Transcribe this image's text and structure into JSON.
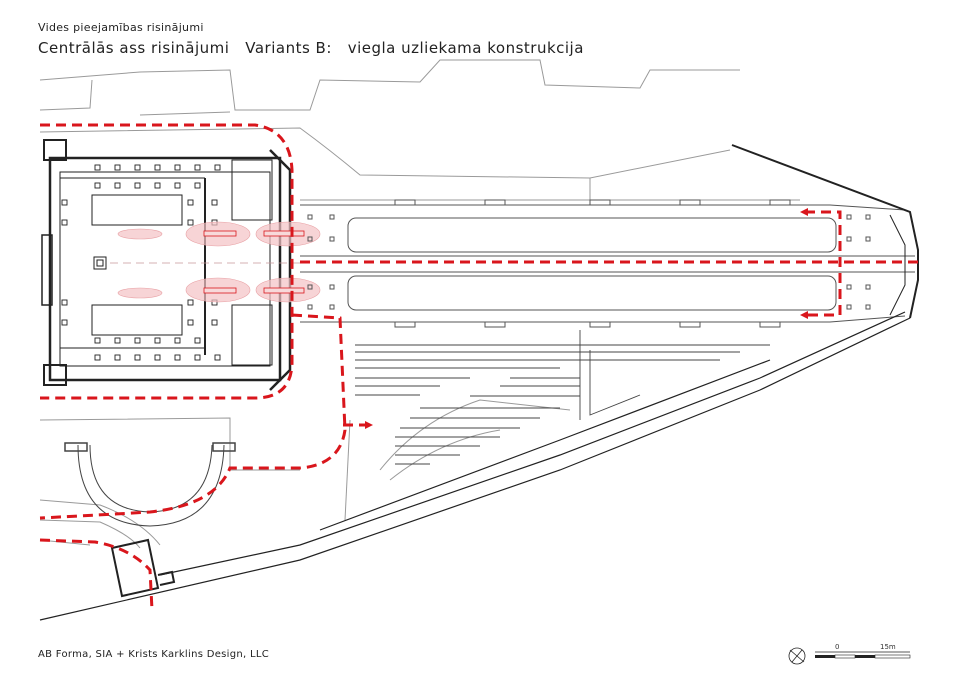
{
  "header": {
    "subtitle": "Vides pieejamības risinājumi",
    "title": "Centrālās ass risinājumi   Variants B:   viegla uzliekama konstrukcija"
  },
  "footer": {
    "credit": "AB Forma, SIA + Krists Karklins Design, LLC"
  },
  "scale_bar": {
    "start_label": "0",
    "end_label": "15m"
  },
  "colors": {
    "route": "#d9161c",
    "line": "#222222",
    "light_line": "#9a9a9a",
    "highlight": "#f3c2c4"
  }
}
